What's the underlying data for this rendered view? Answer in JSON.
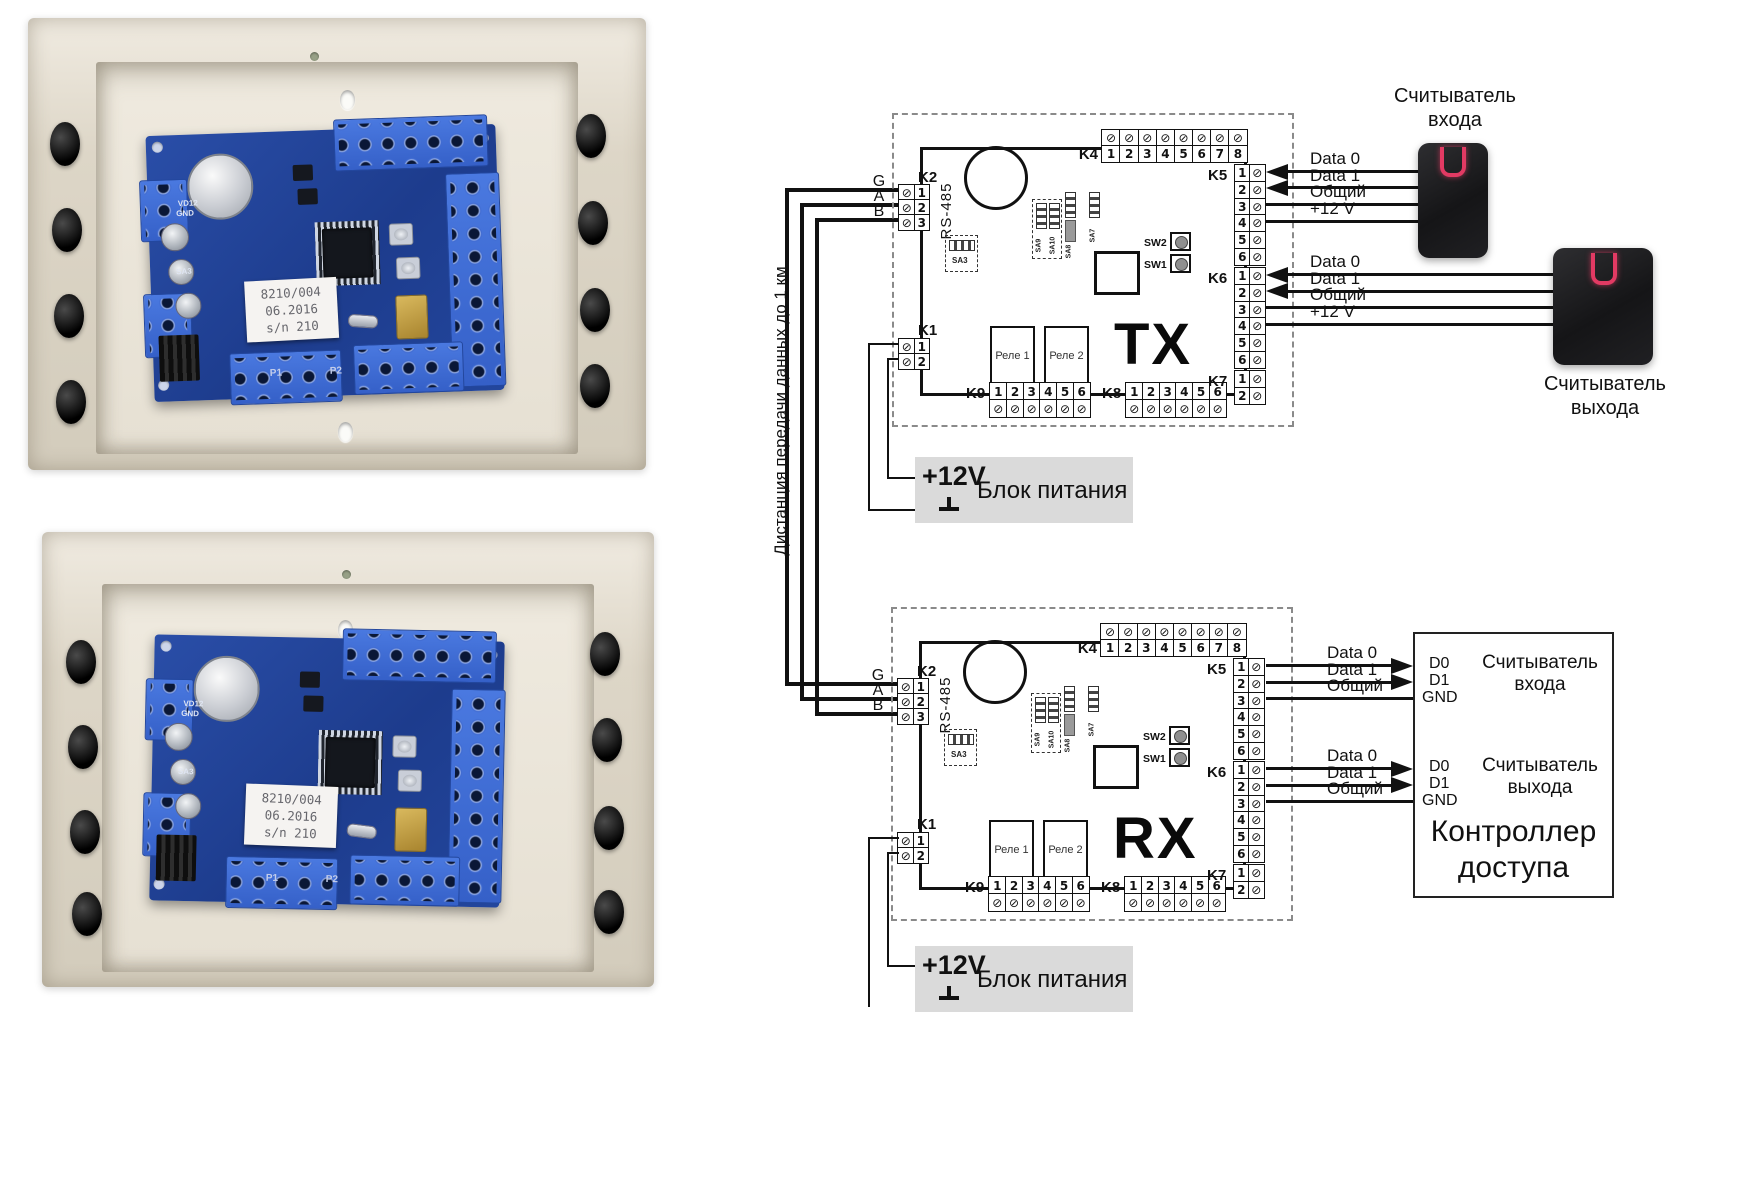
{
  "photos": {
    "label_line1": "8210/004",
    "label_line2": "06.2016",
    "label_line3": "s/n 210",
    "silk_vd12": "VD12",
    "silk_gnd": "GND",
    "silk_sa3": "SA3",
    "silk_p1": "P1",
    "silk_p2": "P2"
  },
  "diagram": {
    "distance_note": "Дистанция передачи данных до 1 км",
    "board": {
      "tx_label": "TX",
      "rx_label": "RX",
      "k1": "K1",
      "k2": "K2",
      "k4": "K4",
      "k5": "K5",
      "k6": "K6",
      "k7": "K7",
      "k8": "K8",
      "k9": "K9",
      "rs485": "RS-485",
      "bus": [
        "G",
        "A",
        "B"
      ],
      "k1_pins": [
        "1",
        "2"
      ],
      "k2_pins": [
        "1",
        "2",
        "3"
      ],
      "k4_pins": [
        "1",
        "2",
        "3",
        "4",
        "5",
        "6",
        "7",
        "8"
      ],
      "k5_pins": [
        "1",
        "2",
        "3",
        "4",
        "5",
        "6"
      ],
      "k6_pins": [
        "1",
        "2",
        "3",
        "4",
        "5",
        "6"
      ],
      "k7_pins": [
        "1",
        "2"
      ],
      "k8_pins": [
        "1",
        "2",
        "3",
        "4",
        "5",
        "6"
      ],
      "k9_pins": [
        "1",
        "2",
        "3",
        "4",
        "5",
        "6"
      ],
      "relay1": "Реле 1",
      "relay2": "Реле 2",
      "sw1": "SW1",
      "sw2": "SW2",
      "sa3": "SA3",
      "sa7": "SA7",
      "sa8": "SA8",
      "sa9": "SA9",
      "sa10": "SA10"
    },
    "reader_wire_labels": [
      "Data 0",
      "Data 1",
      "Общий",
      "+12 V"
    ],
    "controller_wire_labels": [
      "Data 0",
      "Data 1",
      "Общий"
    ],
    "psu": {
      "voltage": "+12V",
      "title": "Блок питания"
    },
    "reader_in": {
      "line1": "Считыватель",
      "line2": "входа"
    },
    "reader_out": {
      "line1": "Считыватель",
      "line2": "выхода"
    },
    "controller": {
      "title_line1": "Контроллер",
      "title_line2": "доступа",
      "ports": [
        "D0",
        "D1",
        "GND"
      ]
    },
    "colors": {
      "led": "#e23a63",
      "wire": "#111111",
      "psu_bg": "#dadada",
      "pcb": "#23469d",
      "terminal": "#3f6fe0",
      "enclosure": "#ddd6c7"
    }
  }
}
